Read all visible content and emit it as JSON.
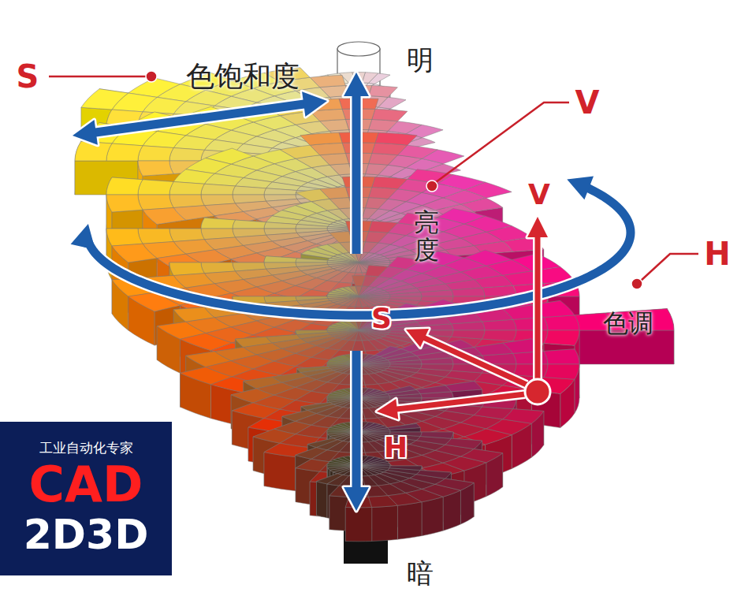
{
  "diagram": {
    "nodes": [
      {
        "text": [
          "工业自动化专家",
          "CAD",
          "2D3D"
        ]
      }
    ],
    "labels": [
      "S",
      "色饱和度",
      "明",
      "V",
      "亮度",
      "V",
      "H",
      "色调",
      "S",
      "H",
      "暗"
    ]
  }
}
